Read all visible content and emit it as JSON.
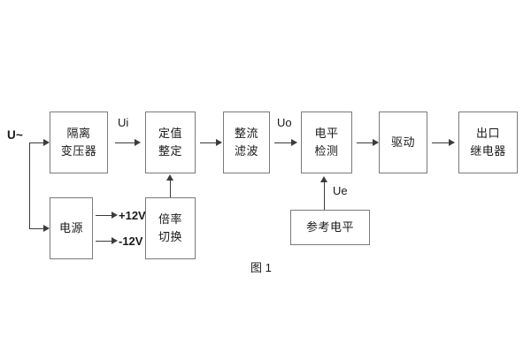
{
  "diagram": {
    "caption": "图 1",
    "blocks": [
      {
        "id": "isolation-transformer",
        "lines": [
          "隔离",
          "变压器"
        ]
      },
      {
        "id": "setting-value",
        "lines": [
          "定值",
          "整定"
        ]
      },
      {
        "id": "rectify-filter",
        "lines": [
          "整流",
          "滤波"
        ]
      },
      {
        "id": "level-detect",
        "lines": [
          "电平",
          "检测"
        ]
      },
      {
        "id": "drive",
        "lines": [
          "驱动"
        ]
      },
      {
        "id": "output-relay",
        "lines": [
          "出口",
          "继电器"
        ]
      },
      {
        "id": "power-supply",
        "lines": [
          "电源"
        ]
      },
      {
        "id": "multiplier-switch",
        "lines": [
          "倍率",
          "切换"
        ]
      },
      {
        "id": "reference-level",
        "lines": [
          "参考电平"
        ]
      }
    ],
    "signals": {
      "input": "U~",
      "ui": "Ui",
      "uo": "Uo",
      "ue": "Ue",
      "rail_positive": "+12V",
      "rail_negative": "-12V"
    },
    "colors": {
      "box_border": "#7a7a7a",
      "line": "#3c3c3c",
      "text": "#1a1a1a",
      "background": "#ffffff"
    }
  }
}
